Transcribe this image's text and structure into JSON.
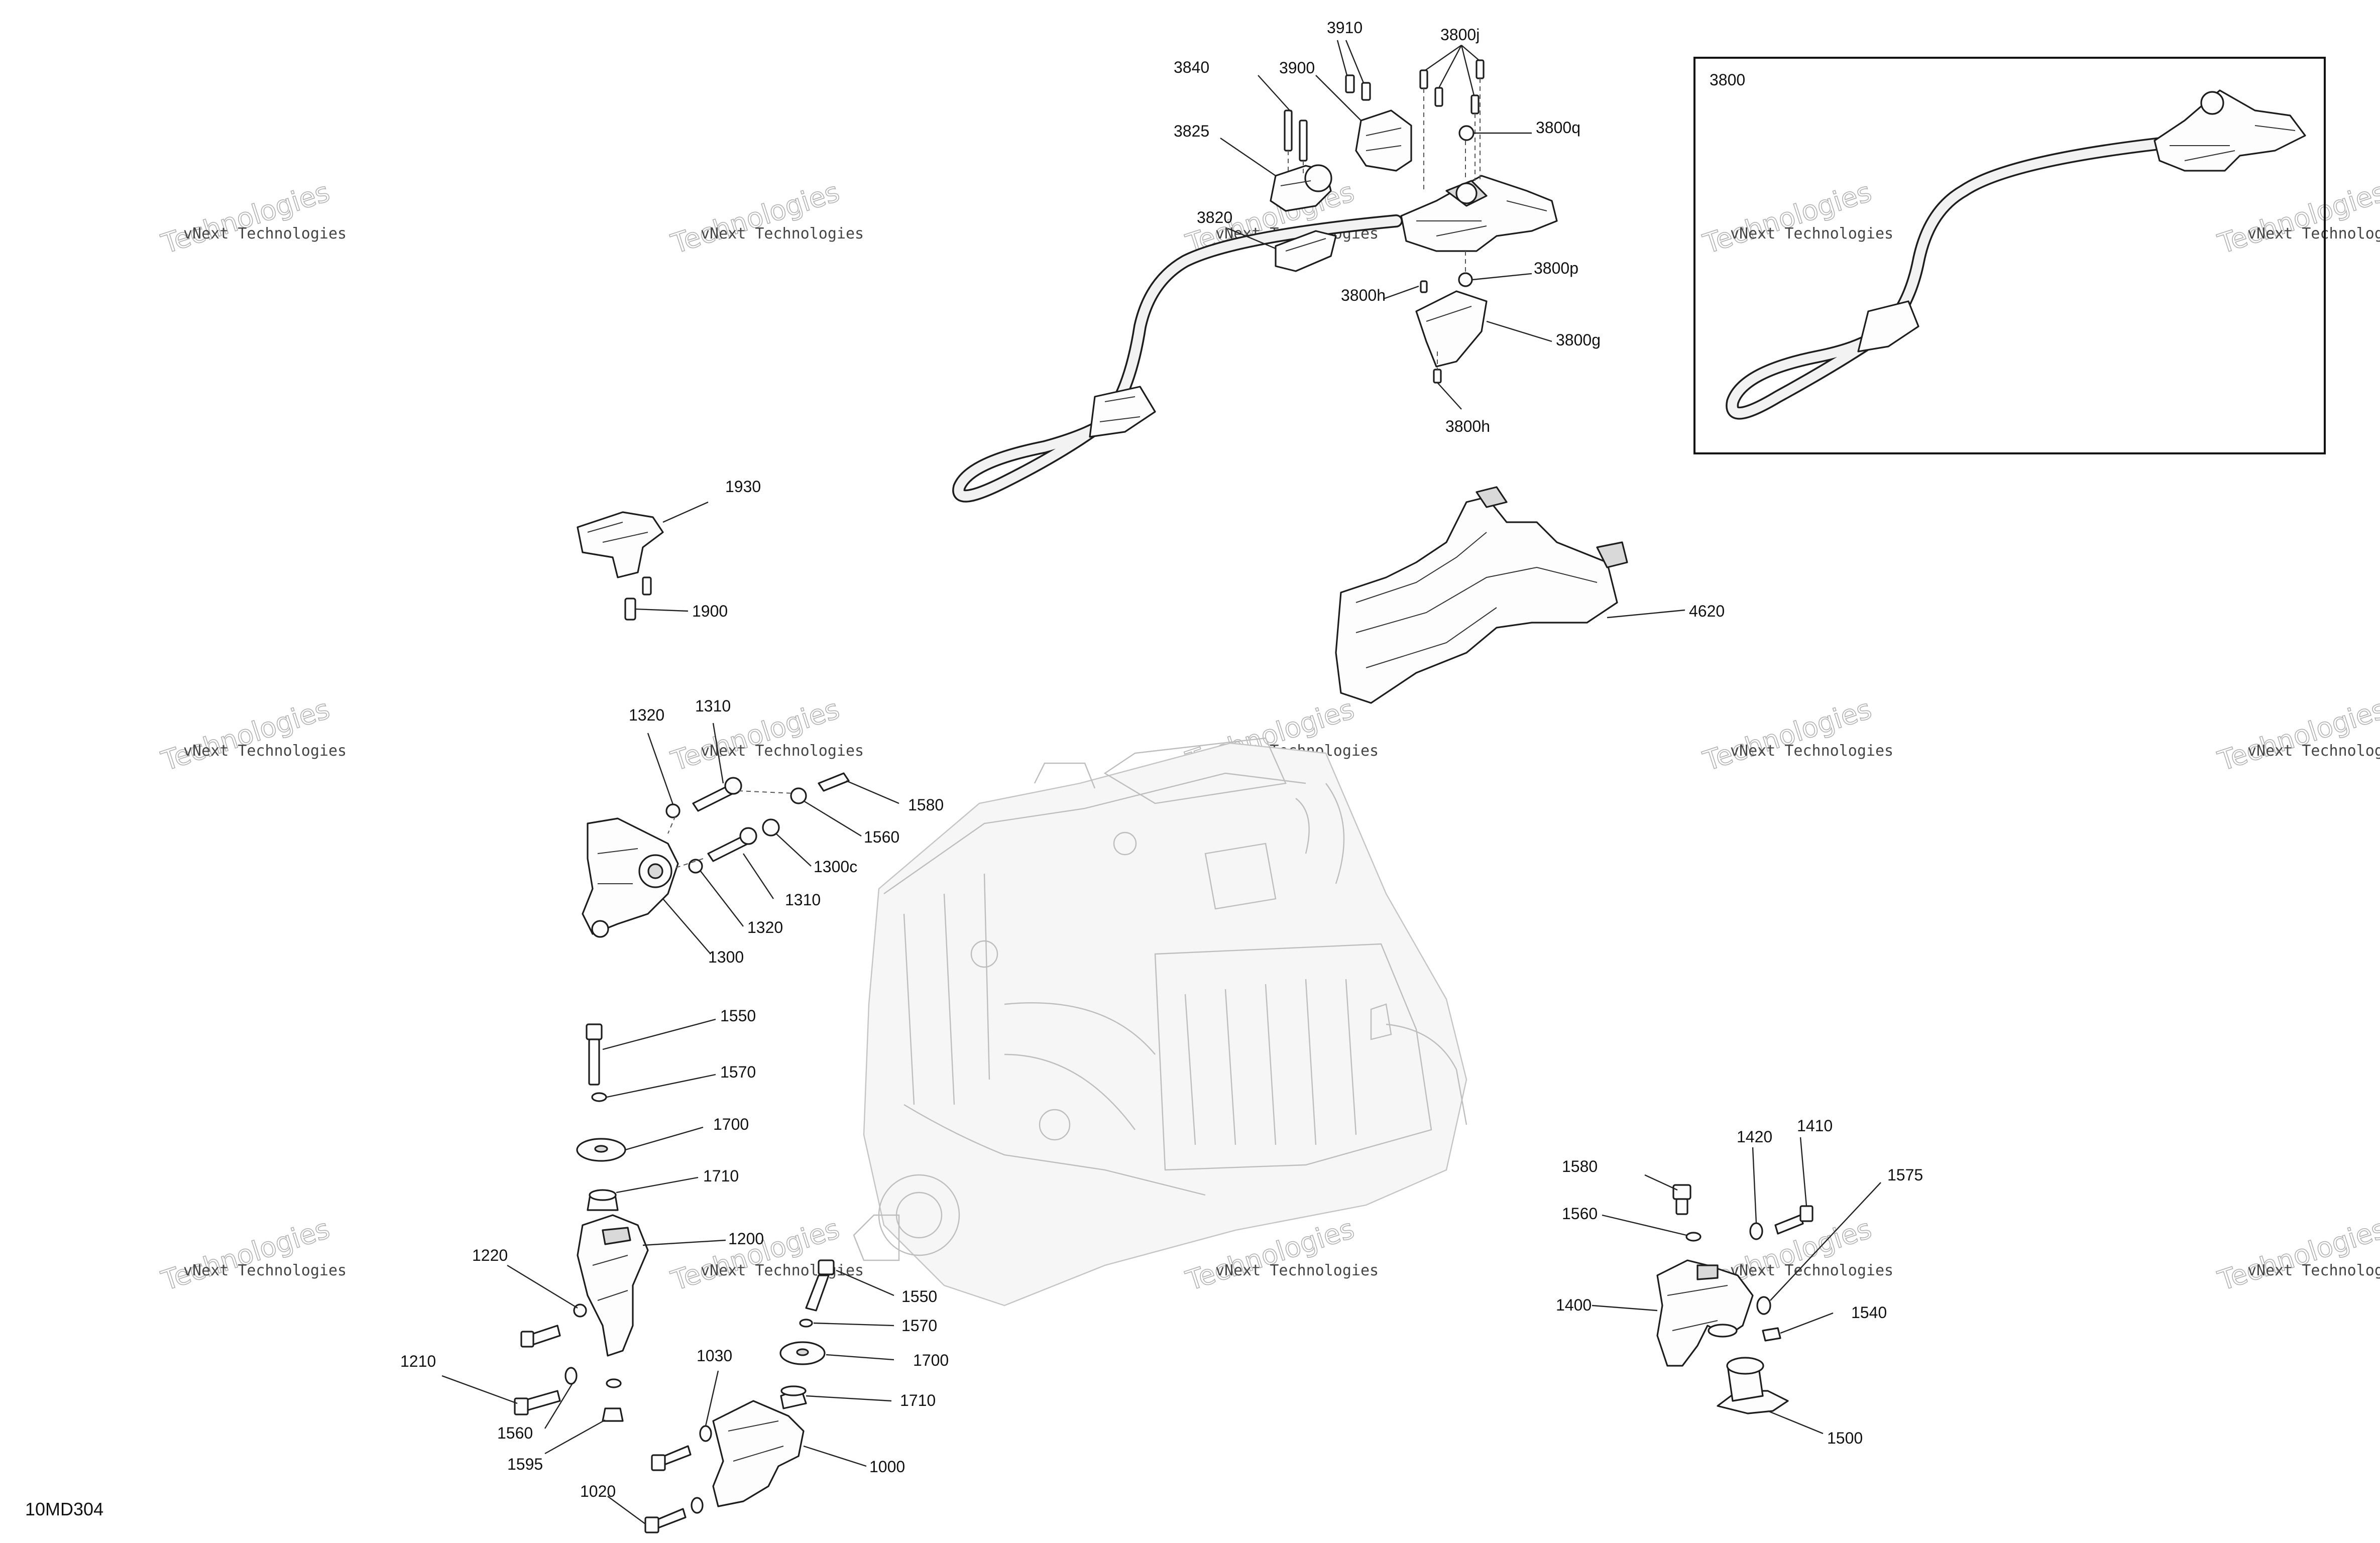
{
  "diagram_id": "10MD304",
  "watermark": {
    "line1": "vNext Technologies",
    "line2": "Technologies",
    "line3": "vNext"
  },
  "callouts": {
    "c3910": "3910",
    "c3800j": "3800j",
    "c3840": "3840",
    "c3900": "3900",
    "c3800q": "3800q",
    "c3825": "3825",
    "c3820": "3820",
    "c3800h_a": "3800h",
    "c3800p": "3800p",
    "c3800g": "3800g",
    "c3800h_b": "3800h",
    "c3800_inset": "3800",
    "c1930": "1930",
    "c1900": "1900",
    "c4620": "4620",
    "c1320_a": "1320",
    "c1310_a": "1310",
    "c1580_a": "1580",
    "c1560_a": "1560",
    "c1300c": "1300c",
    "c1310_b": "1310",
    "c1320_b": "1320",
    "c1300": "1300",
    "c1550_a": "1550",
    "c1570_a": "1570",
    "c1700_a": "1700",
    "c1710_a": "1710",
    "c1200": "1200",
    "c1220": "1220",
    "c1550_b": "1550",
    "c1570_b": "1570",
    "c1700_b": "1700",
    "c1710_b": "1710",
    "c1210": "1210",
    "c1030": "1030",
    "c1560_b": "1560",
    "c1595": "1595",
    "c1000": "1000",
    "c1020": "1020",
    "c1580_b": "1580",
    "c1420": "1420",
    "c1410": "1410",
    "c1575": "1575",
    "c1560_c": "1560",
    "c1400": "1400",
    "c1540": "1540",
    "c1500": "1500"
  }
}
